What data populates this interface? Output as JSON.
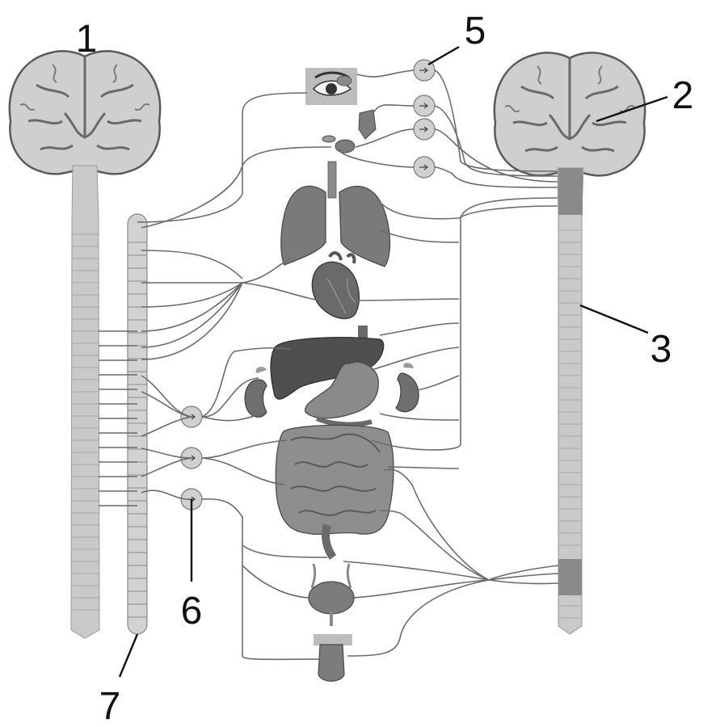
{
  "labels": {
    "l1": "1",
    "l2": "2",
    "l3": "3",
    "l5": "5",
    "l6": "6",
    "l7": "7"
  },
  "colors": {
    "brain": "#cfcfcf",
    "brain_outline": "#5a5a5a",
    "cord": "#c9c9c9",
    "organ_dark": "#6a6a6a",
    "organ_mid": "#9a9a9a",
    "nerve": "#6b6b6b",
    "ganglion": "#d0d0d0",
    "label": "#111111"
  }
}
